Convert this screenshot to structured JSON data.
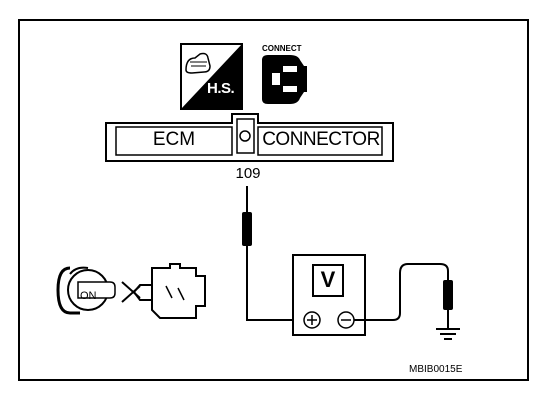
{
  "diagram": {
    "hs_icon_label": "H.S.",
    "connect_icon_label": "CONNECT",
    "ecm_label": "ECM",
    "connector_label": "CONNECTOR",
    "pin_number": "109",
    "meter_label": "V",
    "ignition_label": "ON",
    "reference_code": "MBIB0015E"
  }
}
